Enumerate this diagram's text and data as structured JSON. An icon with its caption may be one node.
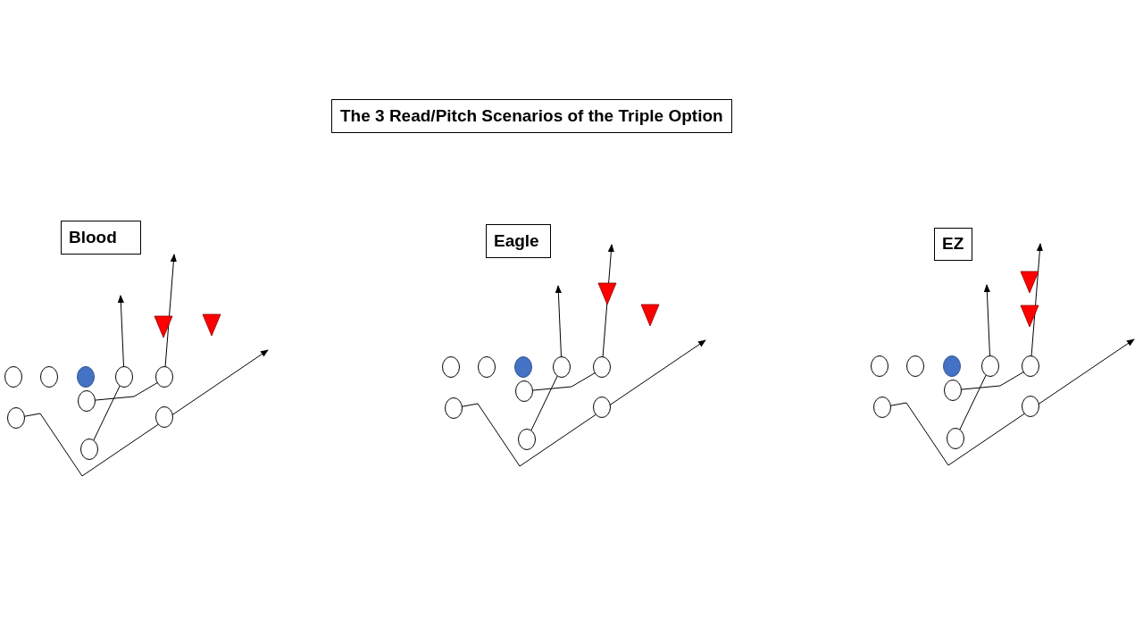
{
  "diagram": {
    "title": "The 3 Read/Pitch Scenarios of the Triple Option",
    "nodes": [
      {
        "text": [
          "Blood"
        ]
      },
      {
        "text": [],
        "shape": "circle"
      },
      {
        "text": [],
        "shape": "circle"
      },
      {
        "text": [],
        "shape": "circle"
      },
      {
        "text": [],
        "shape": "circle"
      },
      {
        "text": [],
        "shape": "circle"
      },
      {
        "text": [],
        "shape": "circle"
      },
      {
        "text": [],
        "shape": "circle"
      },
      {
        "text": [],
        "shape": "circle"
      },
      {
        "text": [],
        "shape": "circle"
      },
      {
        "text": [],
        "shape": "triangle"
      },
      {
        "text": [],
        "shape": "triangle"
      },
      {
        "text": [
          "Eagle"
        ]
      },
      {
        "text": [],
        "shape": "circle"
      },
      {
        "text": [],
        "shape": "circle"
      },
      {
        "text": [],
        "shape": "circle"
      },
      {
        "text": [],
        "shape": "circle"
      },
      {
        "text": [],
        "shape": "circle"
      },
      {
        "text": [],
        "shape": "circle"
      },
      {
        "text": [],
        "shape": "circle"
      },
      {
        "text": [],
        "shape": "circle"
      },
      {
        "text": [],
        "shape": "circle"
      },
      {
        "text": [],
        "shape": "triangle"
      },
      {
        "text": [],
        "shape": "triangle"
      },
      {
        "text": [
          "EZ"
        ]
      },
      {
        "text": [],
        "shape": "circle"
      },
      {
        "text": [],
        "shape": "circle"
      },
      {
        "text": [],
        "shape": "circle"
      },
      {
        "text": [],
        "shape": "circle"
      },
      {
        "text": [],
        "shape": "circle"
      },
      {
        "text": [],
        "shape": "circle"
      },
      {
        "text": [],
        "shape": "circle"
      },
      {
        "text": [],
        "shape": "circle"
      },
      {
        "text": [],
        "shape": "circle"
      },
      {
        "text": [],
        "shape": "triangle"
      },
      {
        "text": [],
        "shape": "triangle"
      }
    ],
    "edges": [
      {
        "from": 8,
        "to": null,
        "arrow": "to"
      },
      {
        "from": 9,
        "to": null,
        "arrow": "to"
      },
      {
        "from": 6,
        "to": null,
        "arrow": "to"
      },
      {
        "from": 20,
        "to": null,
        "arrow": "to"
      },
      {
        "from": 21,
        "to": null,
        "arrow": "to"
      },
      {
        "from": 18,
        "to": null,
        "arrow": "to"
      },
      {
        "from": 32,
        "to": null,
        "arrow": "to"
      },
      {
        "from": 33,
        "to": null,
        "arrow": "to"
      },
      {
        "from": 30,
        "to": null,
        "arrow": "to"
      }
    ]
  }
}
